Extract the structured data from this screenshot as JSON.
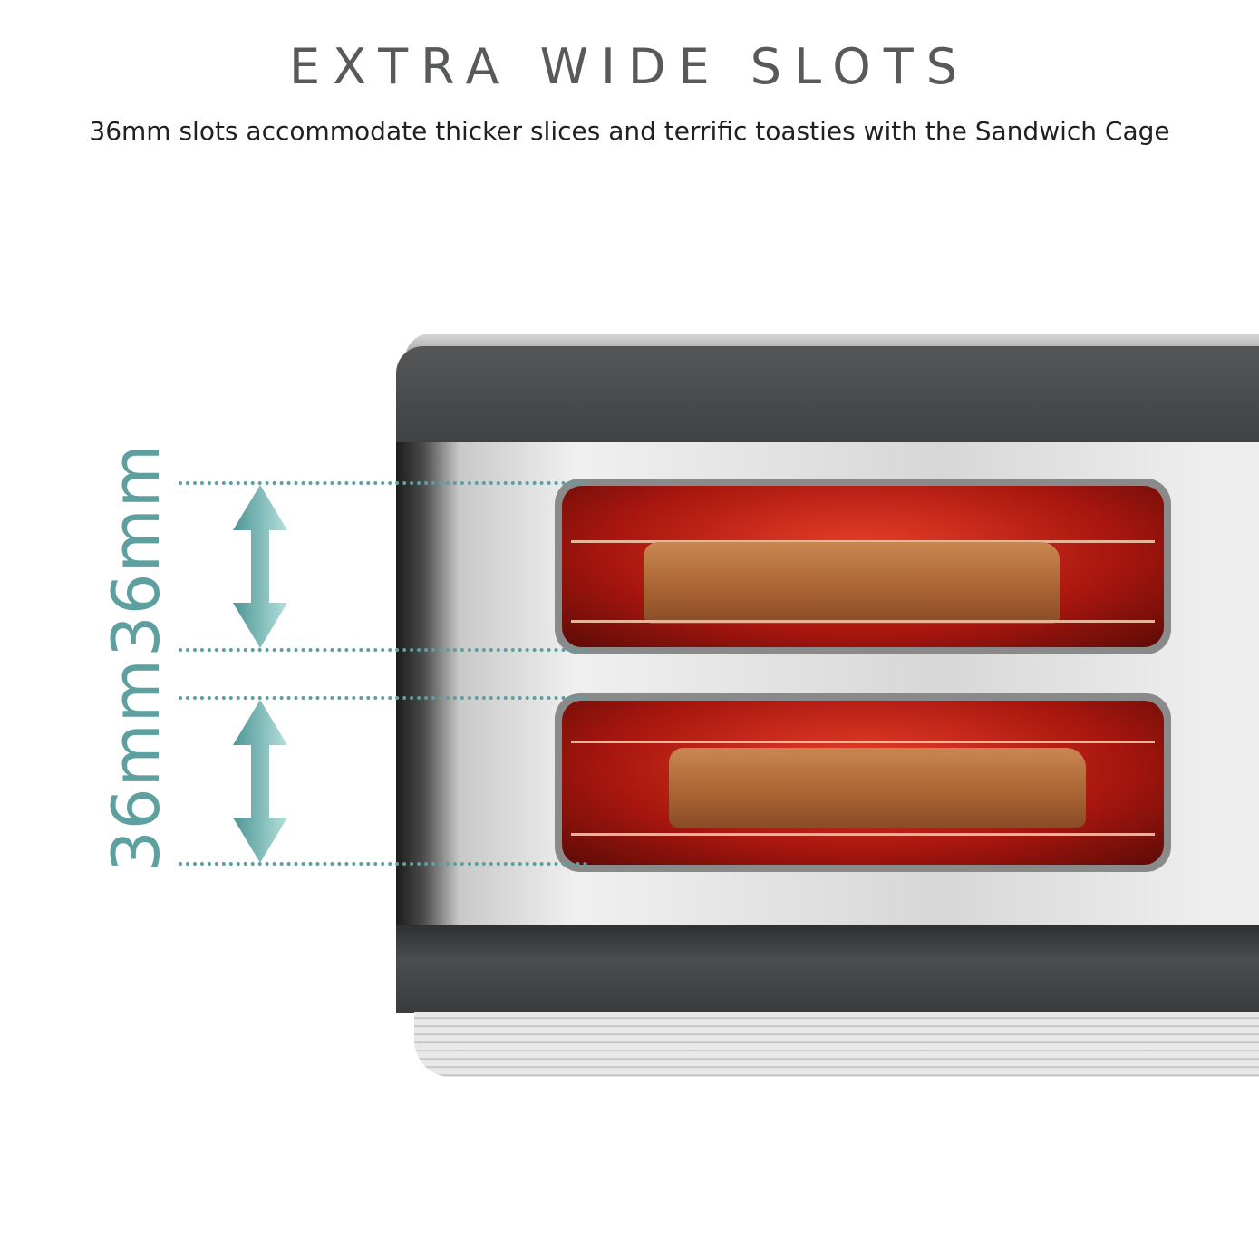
{
  "header": {
    "title": "EXTRA WIDE SLOTS",
    "subtitle": "36mm slots accommodate thicker slices and terrific toasties with the Sandwich Cage"
  },
  "dimensions": [
    {
      "label": "36mm"
    },
    {
      "label": "36mm"
    }
  ],
  "colors": {
    "accent": "#5e9fa0",
    "title": "#58595b",
    "body": "#4a4b4d"
  }
}
